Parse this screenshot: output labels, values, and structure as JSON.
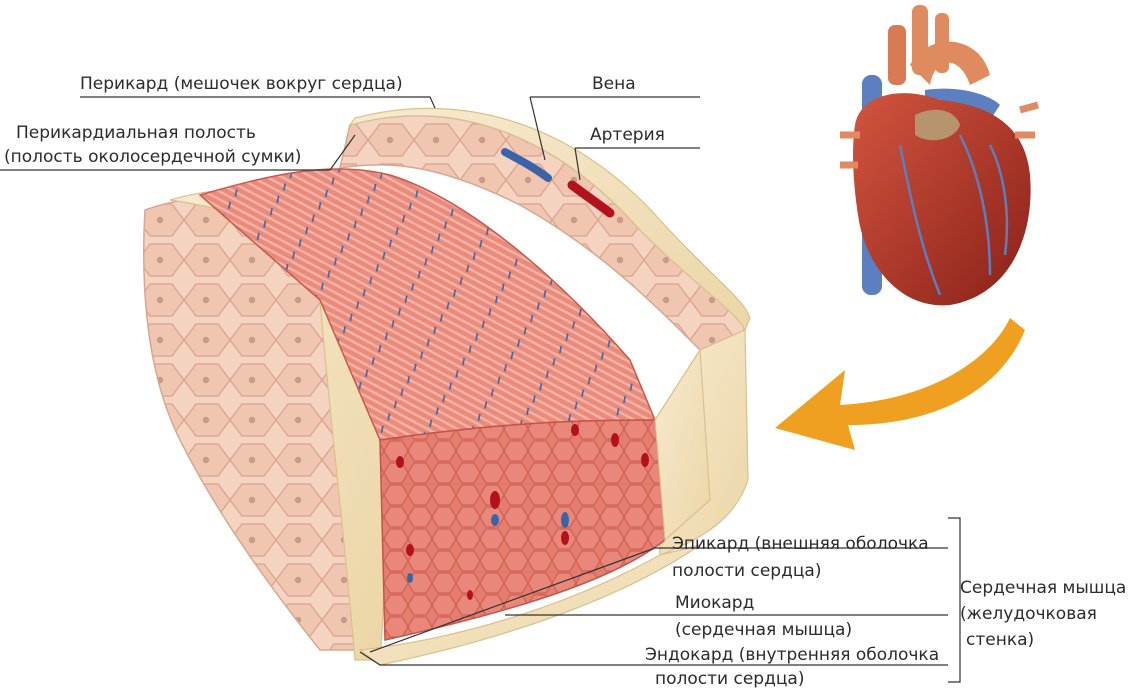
{
  "labels": {
    "pericardium": "Перикард (мешочек вокруг сердца)",
    "pericardial_cavity_1": "Перикардиальная полость",
    "pericardial_cavity_2": "(полость околосердечной сумки)",
    "vein": "Вена",
    "artery": "Артерия",
    "epicardium_1": "Эпикард (внешняя оболочка",
    "epicardium_2": "полости сердца)",
    "myocardium_1": "Миокард",
    "myocardium_2": "(сердечная мышца)",
    "endocardium_1": "Эндокард (внутренняя оболочка",
    "endocardium_2": "полости сердца)",
    "heart_muscle_1": "Сердечная мышца",
    "heart_muscle_2": "(желудочковая",
    "heart_muscle_3": "стенка)"
  },
  "colors": {
    "fat_layer": "#f3e2b8",
    "pericardium_cells": "#f2cdb8",
    "muscle": "#e8867a",
    "muscle_light": "#f2a594",
    "nucleus": "#3b64a8",
    "artery": "#b3121c",
    "arrow": "#f0a020",
    "heart": "#b8382e",
    "vessel_blue": "#5b7fbf"
  },
  "icons": [
    "heart-illustration",
    "arrow-icon"
  ]
}
